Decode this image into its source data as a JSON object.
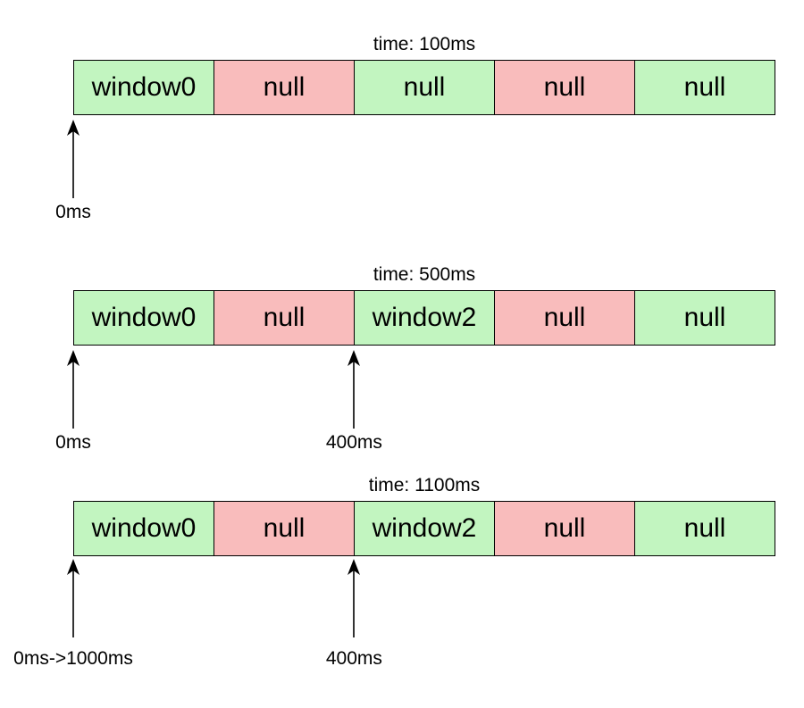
{
  "colors": {
    "window_fill": "#c2f5c0",
    "null_fill": "#f9bcbc",
    "border": "#000000"
  },
  "panels": [
    {
      "time": "time: 100ms",
      "slots": [
        {
          "label": "window0",
          "kind": "window"
        },
        {
          "label": "null",
          "kind": "null"
        },
        {
          "label": "null",
          "kind": "window"
        },
        {
          "label": "null",
          "kind": "null"
        },
        {
          "label": "null",
          "kind": "window"
        }
      ],
      "pointers": [
        {
          "label": "0ms",
          "slot_boundary": 0
        }
      ]
    },
    {
      "time": "time: 500ms",
      "slots": [
        {
          "label": "window0",
          "kind": "window"
        },
        {
          "label": "null",
          "kind": "null"
        },
        {
          "label": "window2",
          "kind": "window"
        },
        {
          "label": "null",
          "kind": "null"
        },
        {
          "label": "null",
          "kind": "window"
        }
      ],
      "pointers": [
        {
          "label": "0ms",
          "slot_boundary": 0
        },
        {
          "label": "400ms",
          "slot_boundary": 2
        }
      ]
    },
    {
      "time": "time: 1100ms",
      "slots": [
        {
          "label": "window0",
          "kind": "window"
        },
        {
          "label": "null",
          "kind": "null"
        },
        {
          "label": "window2",
          "kind": "window"
        },
        {
          "label": "null",
          "kind": "null"
        },
        {
          "label": "null",
          "kind": "window"
        }
      ],
      "pointers": [
        {
          "label": "0ms->1000ms",
          "slot_boundary": 0
        },
        {
          "label": "400ms",
          "slot_boundary": 2
        }
      ]
    }
  ]
}
